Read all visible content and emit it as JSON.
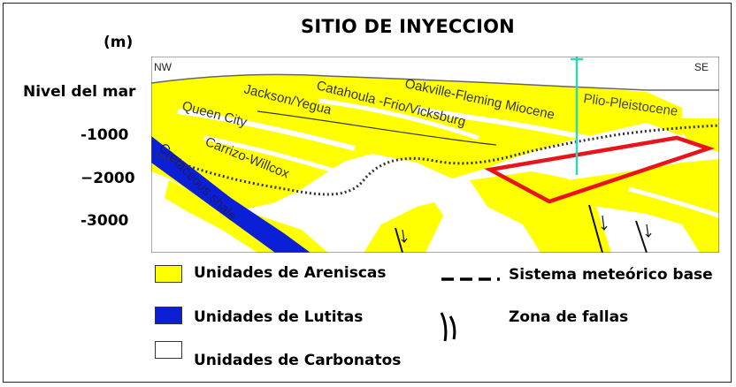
{
  "title": "SITIO DE INYECCION",
  "unit_label": "(m)",
  "depth_labels": [
    "Nivel del mar",
    "-1000",
    "−2000",
    "-3000"
  ],
  "orientation": {
    "left": "NW",
    "right": "SE"
  },
  "section_labels": {
    "queen_city": "Queen City",
    "jackson": "Jackson/Yegua",
    "catahoula": "Catahoula -Frio/Vicksburg",
    "oakville": "Oakville-Fleming Miocene",
    "plio": "Plio-Pleistocene",
    "carrizo": "Carrizo-Willcox",
    "cretaceous": "Cretaceous shale"
  },
  "legend": {
    "sandstone": "Unidades de Areniscas",
    "shale": "Unidades de Lutitas",
    "carbonate": "Unidades de Carbonatos",
    "meteoric": "Sistema meteórico base",
    "faults": "Zona de fallas"
  },
  "colors": {
    "sandstone": "#ffff00",
    "shale": "#0b1fd6",
    "carbonate": "#ffffff",
    "injection_zone": "#e8141c",
    "well": "#2fd6b8"
  }
}
